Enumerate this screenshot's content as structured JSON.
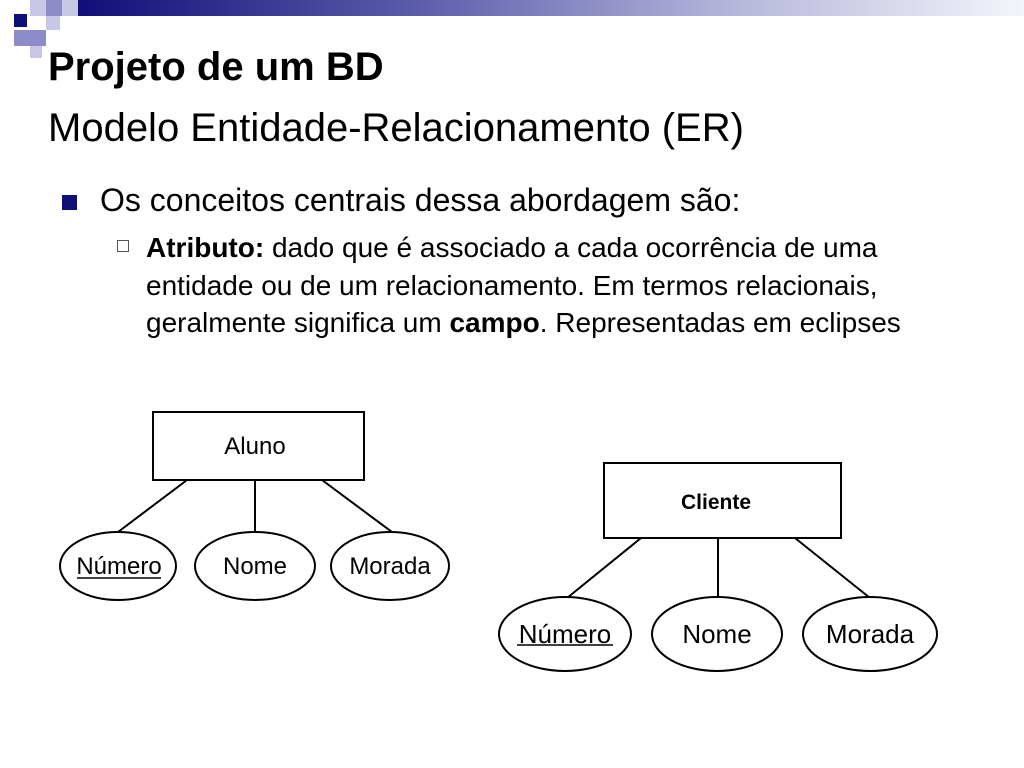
{
  "colors": {
    "accent": "#0f0f78",
    "accent_light": "#8c8cc8",
    "bullet_outline": "#555555"
  },
  "title": {
    "line1": "Projeto de um BD",
    "line2": "Modelo Entidade-Relacionamento (ER)"
  },
  "bullet": {
    "text": "Os conceitos centrais dessa abordagem são:",
    "sub": {
      "term": "Atributo:",
      "text_part1": " dado que é associado a cada ocorrência de uma entidade ou de um relacionamento. Em termos relacionais, geralmente significa um ",
      "emphasis": "campo",
      "text_part2": ". Representadas em eclipses"
    }
  },
  "diagram_left": {
    "entity": "Aluno",
    "attributes": [
      "Número",
      "Nome",
      "Morada"
    ]
  },
  "diagram_right": {
    "entity": "Cliente",
    "attributes": [
      "Número",
      "Nome",
      "Morada"
    ]
  }
}
